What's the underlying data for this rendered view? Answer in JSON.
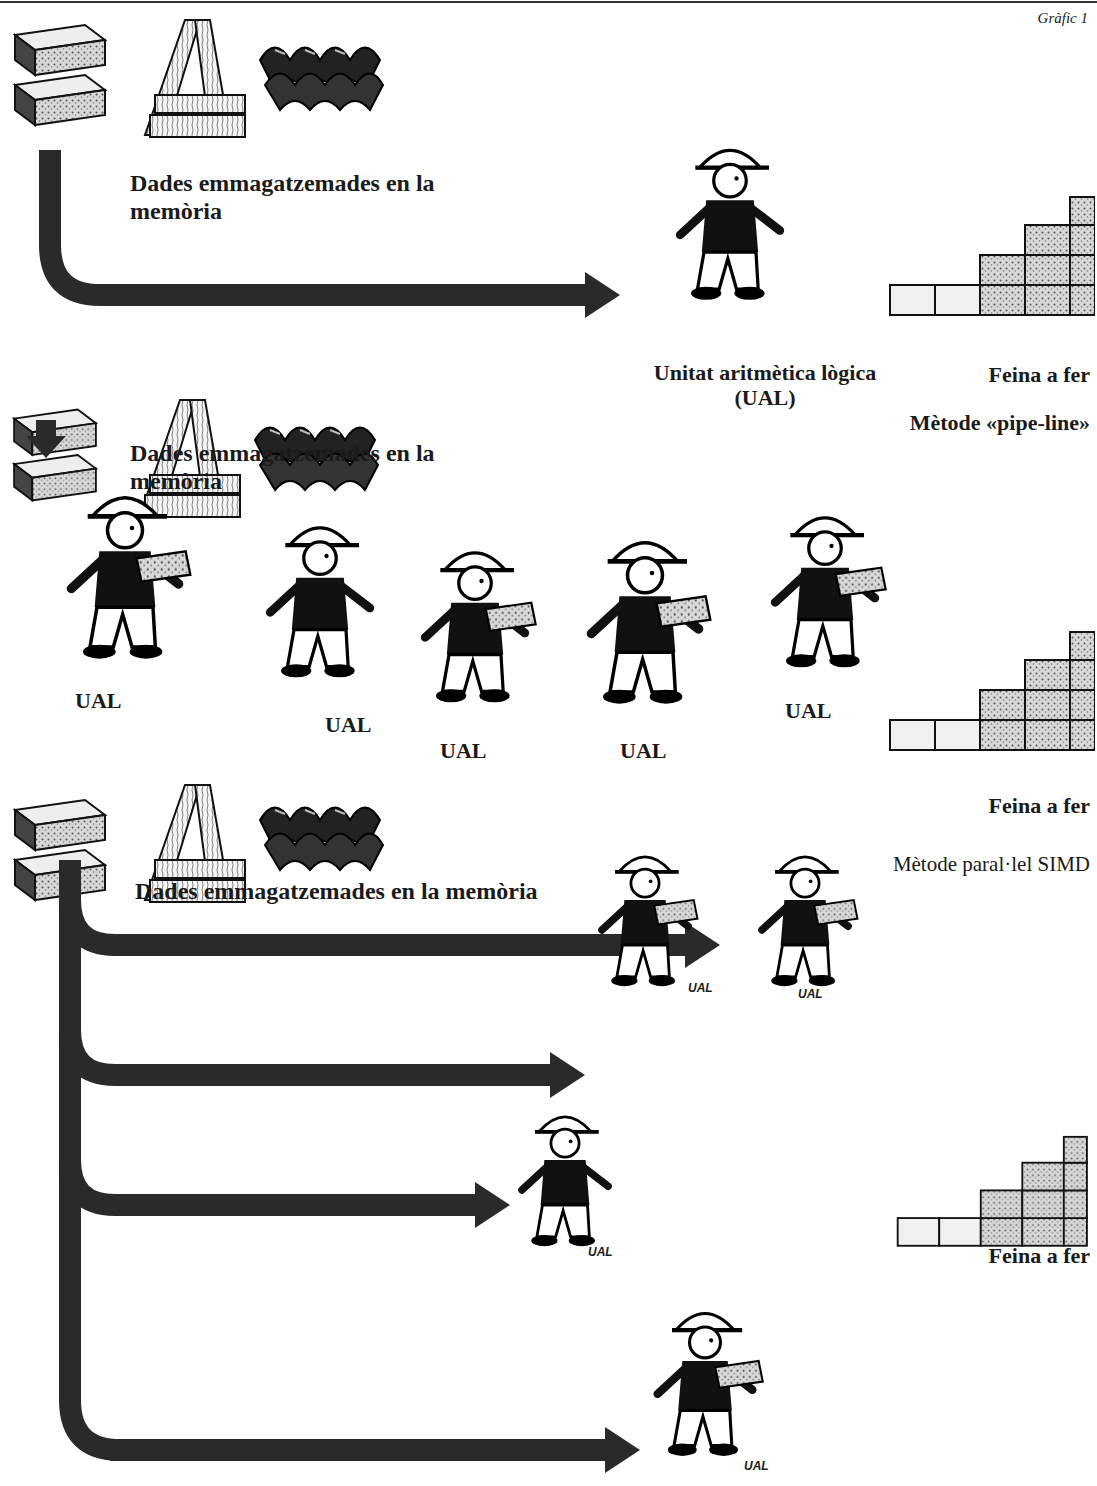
{
  "diagram": {
    "labels": [
      "Gràfic 1",
      "Dades emmagatzemades en la memòria",
      "Unitat aritmètica lògica (UAL)",
      "Feina a fer",
      "Mètode «pipe-line»",
      "Dades emmagatzemades en la memòria",
      "UAL",
      "UAL",
      "UAL",
      "UAL",
      "UAL",
      "Feina a fer",
      "Mètode paral·lel SIMD",
      "Dades emmagatzemades en la memòria",
      "UAL",
      "UAL",
      "UAL",
      "UAL",
      "Feina a fer"
    ]
  }
}
